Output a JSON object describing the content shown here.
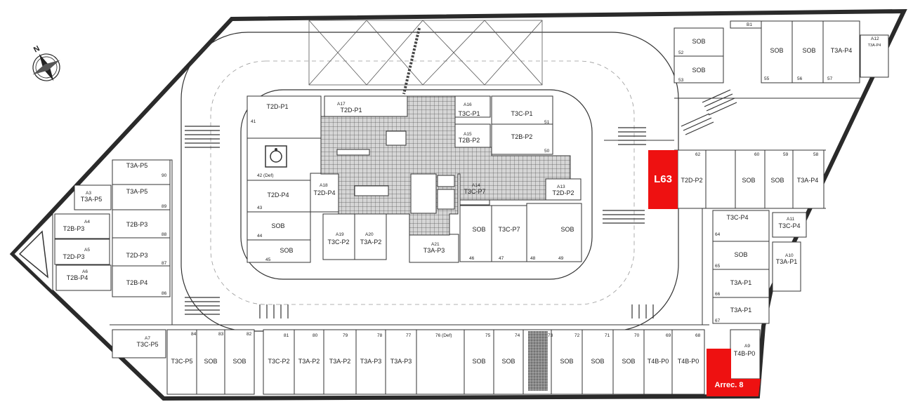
{
  "compass": {
    "label": "N"
  },
  "highlights": [
    {
      "id": "L63",
      "label": "L63",
      "color": "#ee1111"
    },
    {
      "id": "arrec8",
      "label": "Arrec. 8",
      "color": "#ee1111"
    }
  ],
  "spaces": [
    {
      "n": "52",
      "t": "SOB"
    },
    {
      "n": "53",
      "t": "SOB"
    },
    {
      "n": "55",
      "t": "SOB"
    },
    {
      "n": "56",
      "t": "SOB"
    },
    {
      "n": "57",
      "t": "T3A-P4"
    },
    {
      "n": "A12",
      "t": "T3A-P4"
    },
    {
      "n": "B1",
      "t": ""
    },
    {
      "n": "41",
      "t": "T2D-P1"
    },
    {
      "n": "A17",
      "t": "T2D-P1"
    },
    {
      "n": "A16",
      "t": "T3C-P1"
    },
    {
      "n": "51",
      "t": "T3C-P1"
    },
    {
      "n": "A15",
      "t": "T2B-P2"
    },
    {
      "n": "50",
      "t": "T2B-P2"
    },
    {
      "n": "42 (Def)",
      "t": ""
    },
    {
      "n": "43",
      "t": "T2D-P4"
    },
    {
      "n": "A18",
      "t": "T2D-P4"
    },
    {
      "n": "A14",
      "t": "T3C-P7"
    },
    {
      "n": "A13",
      "t": "T2D-P2"
    },
    {
      "n": "44",
      "t": "SOB"
    },
    {
      "n": "45",
      "t": "SOB"
    },
    {
      "n": "A19",
      "t": "T3C-P2"
    },
    {
      "n": "A20",
      "t": "T3A-P2"
    },
    {
      "n": "A21",
      "t": "T3A-P3"
    },
    {
      "n": "46",
      "t": "SOB"
    },
    {
      "n": "47",
      "t": "T3C-P7"
    },
    {
      "n": "48",
      "t": ""
    },
    {
      "n": "49",
      "t": "SOB"
    },
    {
      "n": "62",
      "t": "T2D-P2"
    },
    {
      "n": "60",
      "t": "SOB"
    },
    {
      "n": "59",
      "t": "SOB"
    },
    {
      "n": "58",
      "t": "T3A-P4"
    },
    {
      "n": "64",
      "t": "T3C-P4"
    },
    {
      "n": "A11",
      "t": "T3C-P4"
    },
    {
      "n": "65",
      "t": "SOB"
    },
    {
      "n": "A10",
      "t": "T3A-P1"
    },
    {
      "n": "66",
      "t": "T3A-P1"
    },
    {
      "n": "67",
      "t": "T3A-P1"
    },
    {
      "n": "90",
      "t": "T3A-P5"
    },
    {
      "n": "89",
      "t": "T3A-P5"
    },
    {
      "n": "A3",
      "t": "T3A-P5"
    },
    {
      "n": "88",
      "t": "T2B-P3"
    },
    {
      "n": "A4",
      "t": "T2B-P3"
    },
    {
      "n": "87",
      "t": "T2D-P3"
    },
    {
      "n": "A5",
      "t": "T2D-P3"
    },
    {
      "n": "86",
      "t": "T2B-P4"
    },
    {
      "n": "A6",
      "t": "T2B-P4"
    },
    {
      "n": "A7",
      "t": "T3C-P5"
    },
    {
      "n": "84",
      "t": "T3C-P5"
    },
    {
      "n": "83",
      "t": "SOB"
    },
    {
      "n": "82",
      "t": "SOB"
    },
    {
      "n": "81",
      "t": "T3C-P2"
    },
    {
      "n": "80",
      "t": "T3A-P2"
    },
    {
      "n": "79",
      "t": "T3A-P2"
    },
    {
      "n": "78",
      "t": "T3A-P3"
    },
    {
      "n": "77",
      "t": "T3A-P3"
    },
    {
      "n": "76 (Def)",
      "t": ""
    },
    {
      "n": "75",
      "t": "SOB"
    },
    {
      "n": "74",
      "t": "SOB"
    },
    {
      "n": "73",
      "t": ""
    },
    {
      "n": "72",
      "t": "SOB"
    },
    {
      "n": "71",
      "t": "SOB"
    },
    {
      "n": "70",
      "t": "SOB"
    },
    {
      "n": "69",
      "t": "T4B-P0"
    },
    {
      "n": "68",
      "t": "T4B-P0"
    },
    {
      "n": "A9",
      "t": "T4B-P0"
    }
  ]
}
